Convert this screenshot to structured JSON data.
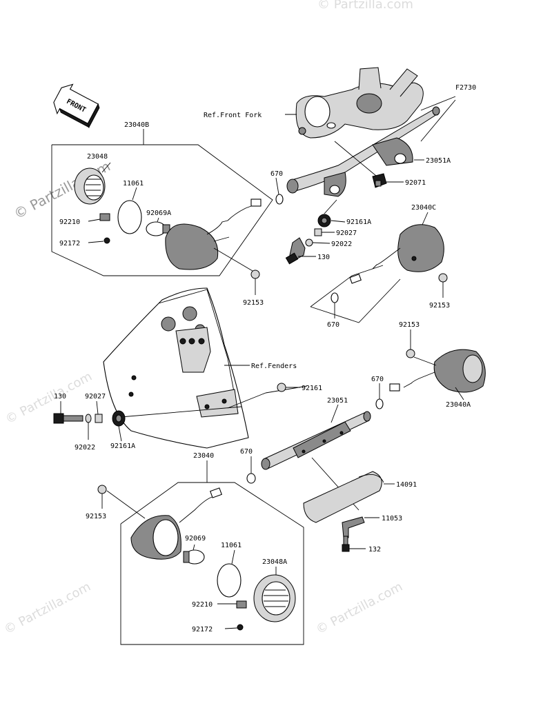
{
  "figure_code": "F2730",
  "watermark": "© Partzilla.com",
  "watermark_faint": "© Partzilla.com",
  "front_arrow": "FRONT",
  "refs": {
    "front_fork": "Ref.Front Fork",
    "fenders": "Ref.Fenders"
  },
  "parts": {
    "p23040B": "23040B",
    "p23048": "23048",
    "p11061_top": "11061",
    "p92069A": "92069A",
    "p92210_top": "92210",
    "p92172_top": "92172",
    "p670_top": "670",
    "p92153_top": "92153",
    "p23051A": "23051A",
    "p92071": "92071",
    "p92161A_top": "92161A",
    "p92027_top": "92027",
    "p92022_top": "92022",
    "p130_top": "130",
    "p23040C": "23040C",
    "p92153_c": "92153",
    "p670_c": "670",
    "p92153_a": "92153",
    "p670_a": "670",
    "p23040A": "23040A",
    "p92161": "92161",
    "p23051": "23051",
    "p130_left": "130",
    "p92027_left": "92027",
    "p92022_left": "92022",
    "p92161A_left": "92161A",
    "p23040": "23040",
    "p670_bottom": "670",
    "p14091": "14091",
    "p11053": "11053",
    "p132": "132",
    "p92153_bottom": "92153",
    "p92069": "92069",
    "p11061_bottom": "11061",
    "p23048A": "23048A",
    "p92210_bottom": "92210",
    "p92172_bottom": "92172"
  }
}
